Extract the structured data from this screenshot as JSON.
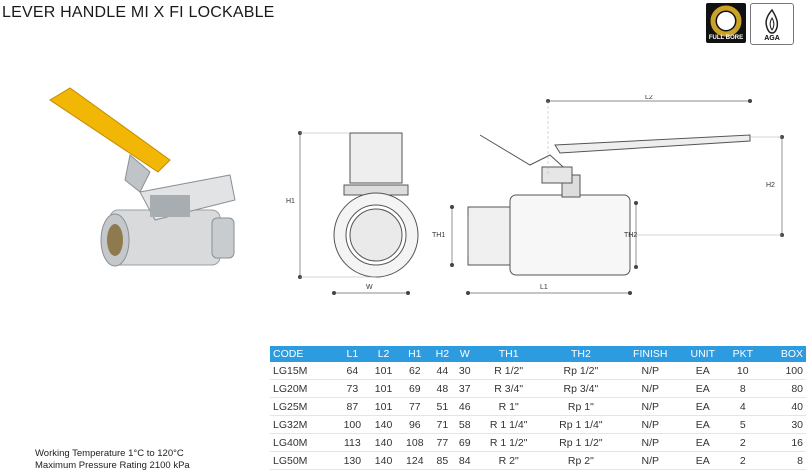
{
  "title": "LEVER HANDLE MI X FI LOCKABLE",
  "badges": {
    "full_bore": "FULL BORE",
    "aga": "AGA"
  },
  "dimension_labels": {
    "h1": "H1",
    "w": "W",
    "l2": "L2",
    "h2": "H2",
    "th1": "TH1",
    "th2": "TH2",
    "l1": "L1"
  },
  "table": {
    "headers": [
      "CODE",
      "L1",
      "L2",
      "H1",
      "H2",
      "W",
      "TH1",
      "TH2",
      "FINISH",
      "UNIT",
      "PKT",
      "BOX"
    ],
    "rows": [
      [
        "LG15M",
        "64",
        "101",
        "62",
        "44",
        "30",
        "R 1/2\"",
        "Rp 1/2\"",
        "N/P",
        "EA",
        "10",
        "100"
      ],
      [
        "LG20M",
        "73",
        "101",
        "69",
        "48",
        "37",
        "R 3/4\"",
        "Rp 3/4\"",
        "N/P",
        "EA",
        "8",
        "80"
      ],
      [
        "LG25M",
        "87",
        "101",
        "77",
        "51",
        "46",
        "R 1\"",
        "Rp 1\"",
        "N/P",
        "EA",
        "4",
        "40"
      ],
      [
        "LG32M",
        "100",
        "140",
        "96",
        "71",
        "58",
        "R 1 1/4\"",
        "Rp 1 1/4\"",
        "N/P",
        "EA",
        "5",
        "30"
      ],
      [
        "LG40M",
        "113",
        "140",
        "108",
        "77",
        "69",
        "R 1 1/2\"",
        "Rp 1 1/2\"",
        "N/P",
        "EA",
        "2",
        "16"
      ],
      [
        "LG50M",
        "130",
        "140",
        "124",
        "85",
        "84",
        "R 2\"",
        "Rp 2\"",
        "N/P",
        "EA",
        "2",
        "8"
      ]
    ]
  },
  "notes": {
    "line1": "Working Temperature  1°C to 120°C",
    "line2": "Maximum Pressure Rating  2100 kPa"
  },
  "colors": {
    "header_blue": "#2d9be0",
    "handle_yellow": "#f2b705"
  }
}
